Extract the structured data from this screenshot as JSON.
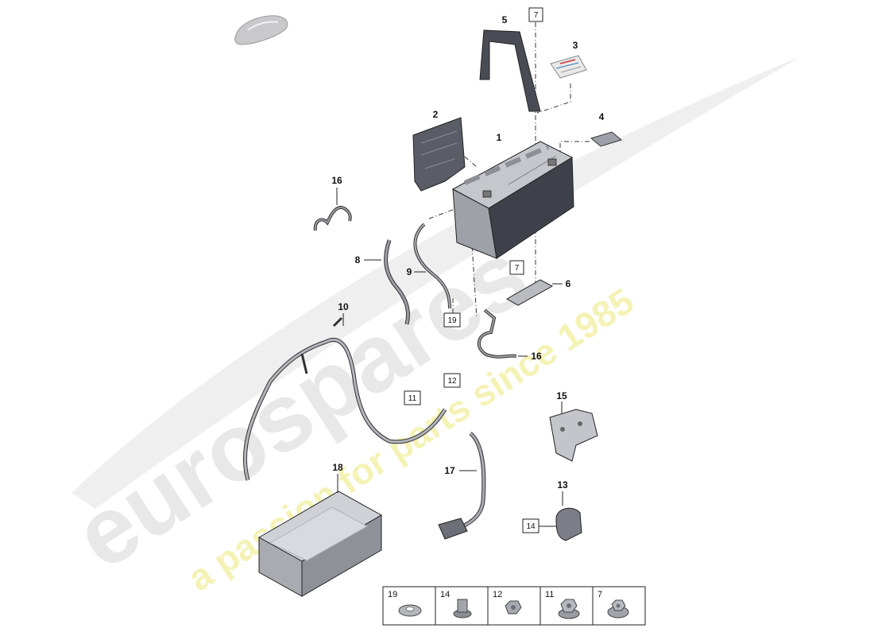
{
  "watermark": {
    "brand": "eurospares",
    "tagline": "a passion for parts since 1985",
    "brand_color": "#e6e6e6",
    "tagline_color": "#f2f0a8"
  },
  "labels": {
    "p1": "1",
    "p2": "2",
    "p3": "3",
    "p4": "4",
    "p5": "5",
    "p6": "6",
    "p8": "8",
    "p9": "9",
    "p10": "10",
    "p13": "13",
    "p15": "15",
    "p16a": "16",
    "p16b": "16",
    "p17": "17",
    "p18": "18"
  },
  "boxed_refs": {
    "b7_top": "7",
    "b7_mid": "7",
    "b19": "19",
    "b12": "12",
    "b11": "11",
    "b14": "14"
  },
  "hardware_tray": [
    {
      "number": "19"
    },
    {
      "number": "14"
    },
    {
      "number": "12"
    },
    {
      "number": "11"
    },
    {
      "number": "7"
    }
  ],
  "colors": {
    "line": "#222222",
    "part_fill": "#cfd1d6",
    "part_dark": "#3a3c44",
    "part_mid": "#8a8d96"
  }
}
